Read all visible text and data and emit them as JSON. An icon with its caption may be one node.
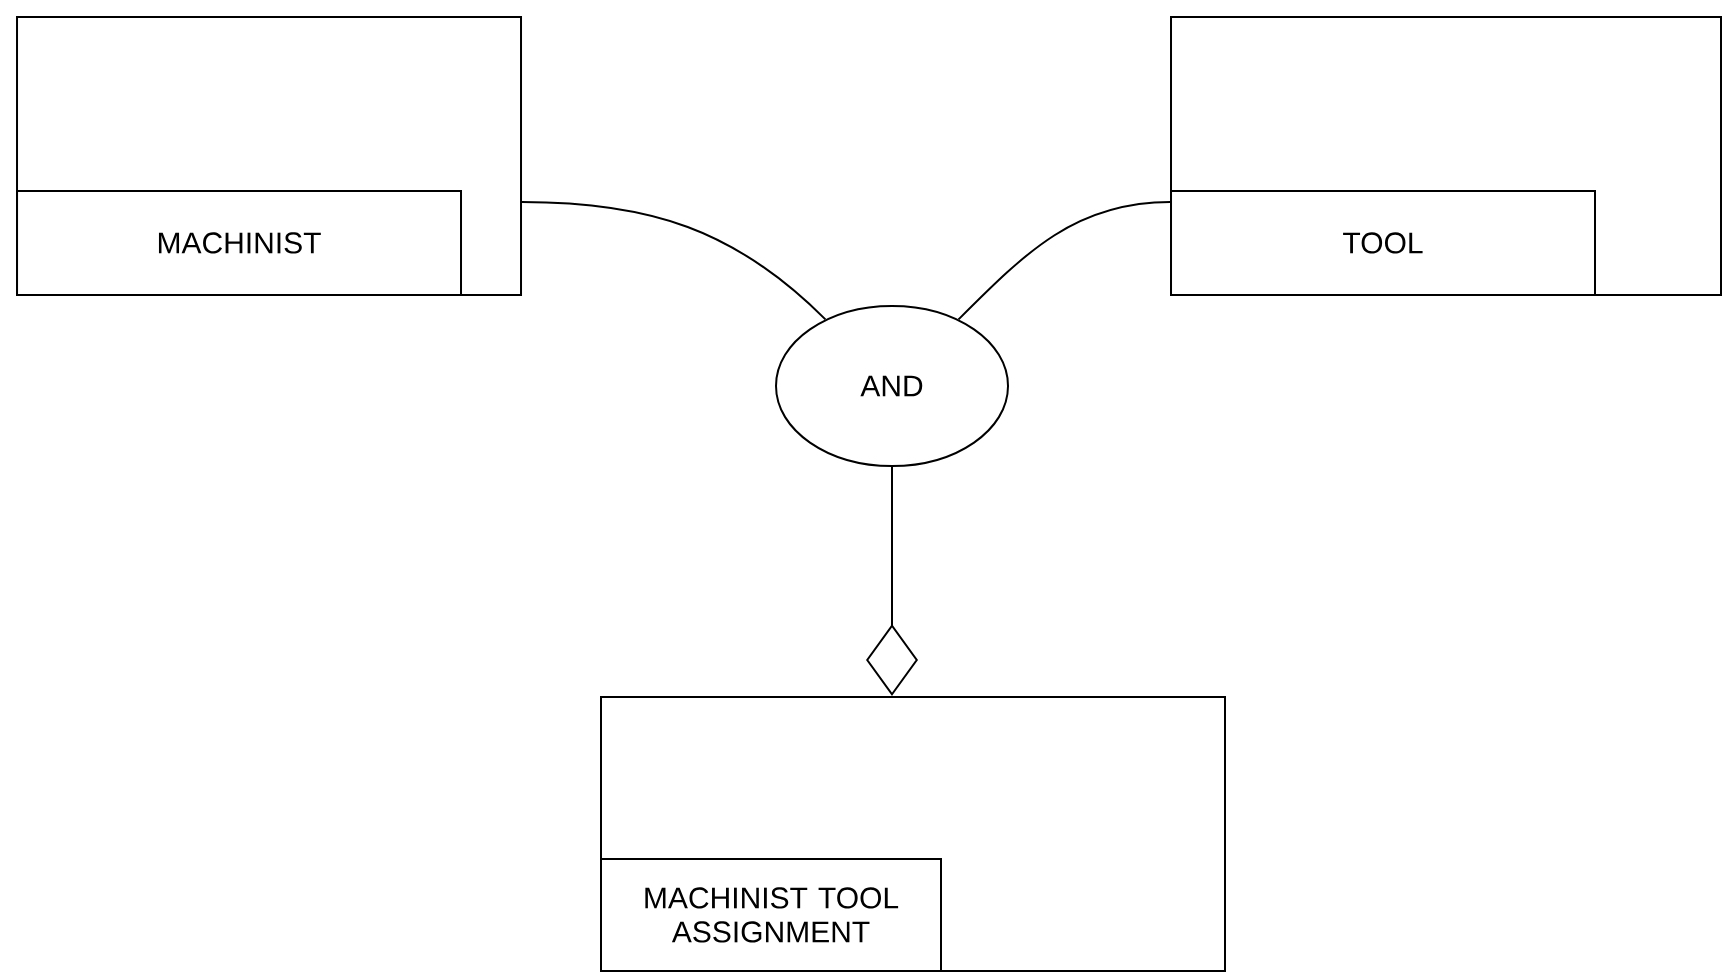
{
  "diagram": {
    "nodes": [
      {
        "text": [],
        "shape": "box"
      },
      {
        "text": [
          "MACHINIST"
        ],
        "in": 0
      },
      {
        "text": [],
        "shape": "box"
      },
      {
        "text": [
          "TOOL"
        ],
        "in": 2
      },
      {
        "text": [
          "AND"
        ]
      },
      {
        "text": [],
        "shape": "box"
      },
      {
        "text": [
          "MACHINIST TOOL ASSIGNMENT"
        ],
        "in": 5
      }
    ],
    "edges": [
      {
        "from": 0,
        "to": 4,
        "arrow": "none"
      },
      {
        "from": 2,
        "to": 4,
        "arrow": "none"
      },
      {
        "from": 4,
        "to": 5,
        "arrow": "other"
      }
    ]
  }
}
